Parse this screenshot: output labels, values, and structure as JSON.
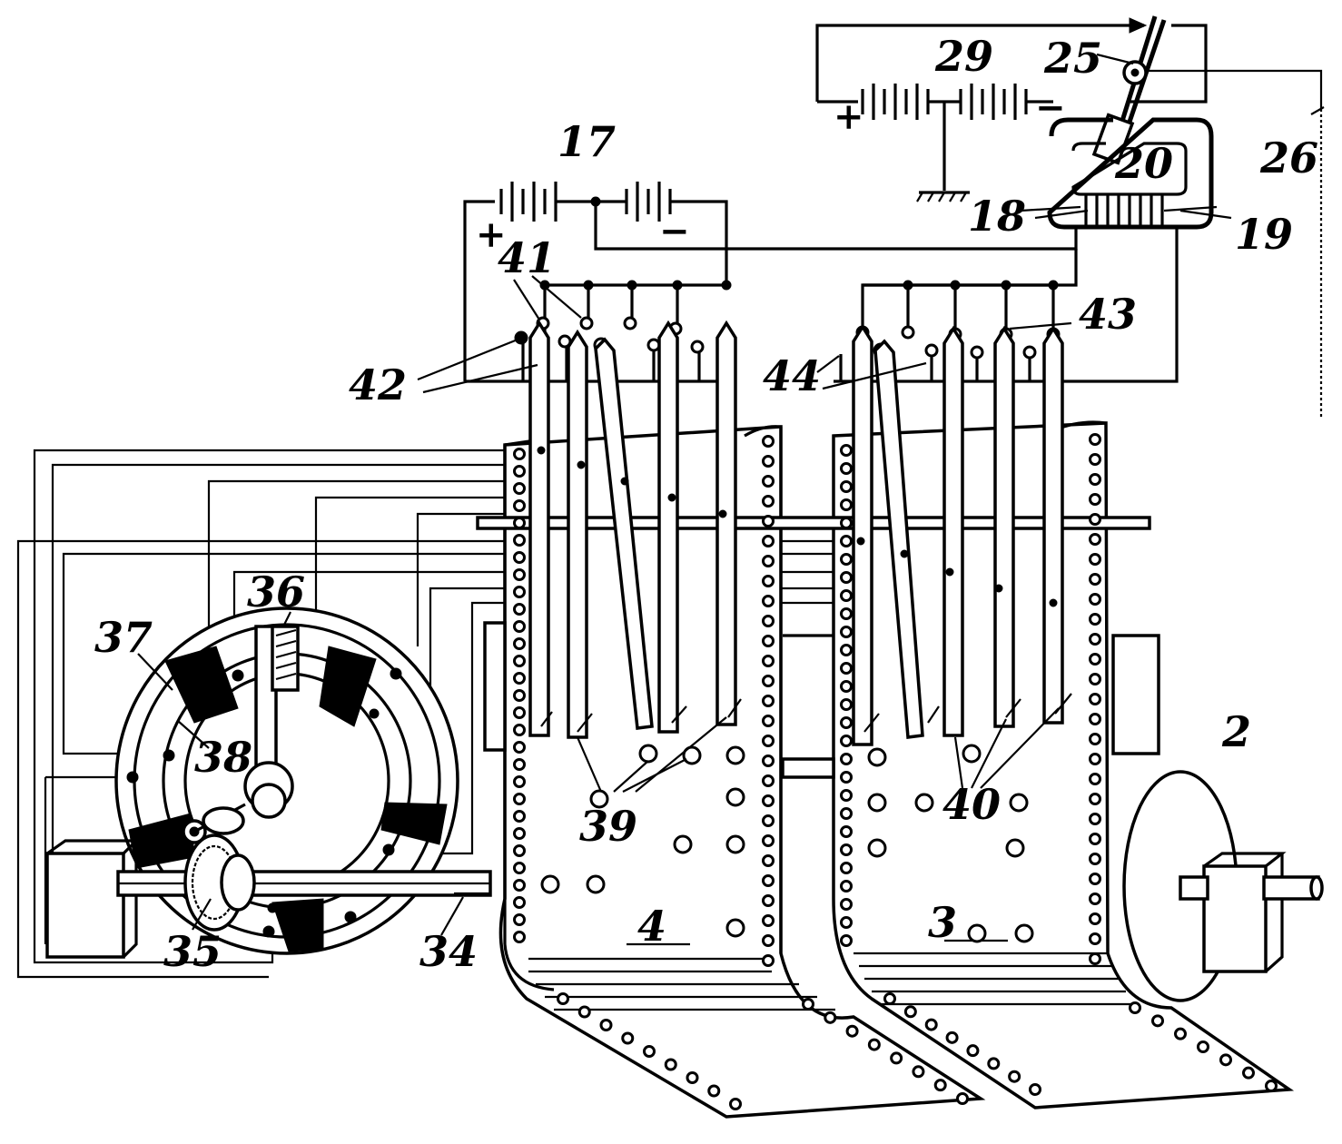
{
  "labels": {
    "l29": "29",
    "l25": "25",
    "l26": "26",
    "l20": "20",
    "l18": "18",
    "l19": "19",
    "l17": "17",
    "l41": "41",
    "l42": "42",
    "l43": "43",
    "l44": "44",
    "l36": "36",
    "l37": "37",
    "l38": "38",
    "l39": "39",
    "l40": "40",
    "l2": "2",
    "l3": "3",
    "l4": "4",
    "l34": "34",
    "l35": "35",
    "plus1": "+",
    "minus1": "−",
    "plus2": "+",
    "minus2": "−"
  }
}
